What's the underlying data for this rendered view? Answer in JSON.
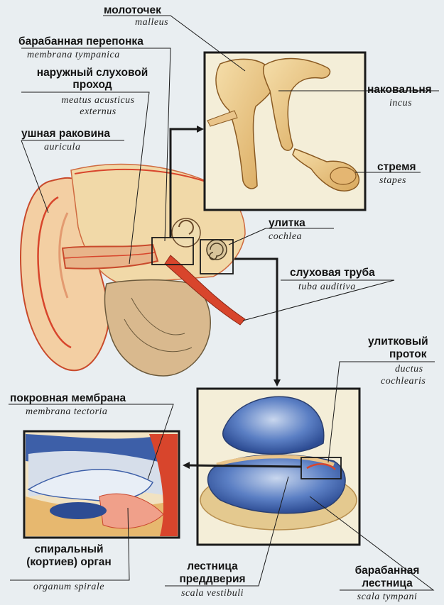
{
  "labels": {
    "malleus": {
      "ru": "молоточек",
      "la": "malleus"
    },
    "membrana_tymp": {
      "ru": "барабанная перепонка",
      "la": "membrana tympanica"
    },
    "meatus": {
      "ru1": "наружный слуховой",
      "ru2": "проход",
      "la1": "meatus acusticus",
      "la2": "externus"
    },
    "auricula": {
      "ru": "ушная раковина",
      "la": "auricula"
    },
    "incus": {
      "ru": "наковальня",
      "la": "incus"
    },
    "stapes": {
      "ru": "стремя",
      "la": "stapes"
    },
    "cochlea": {
      "ru": "улитка",
      "la": "cochlea"
    },
    "tuba": {
      "ru": "слуховая труба",
      "la": "tuba auditiva"
    },
    "ductus": {
      "ru1": "улитковый",
      "ru2": "проток",
      "la1": "ductus",
      "la2": "cochlearis"
    },
    "tectoria": {
      "ru": "покровная мембрана",
      "la": "membrana tectoria"
    },
    "organ": {
      "ru1": "спиральный",
      "ru2": "(кортиев) орган",
      "la": "organum spirale"
    },
    "vestibuli": {
      "ru1": "лестница",
      "ru2": "преддверия",
      "la": "scala vestibuli"
    },
    "tympani": {
      "ru1": "барабанная",
      "ru2": "лестница",
      "la": "scala tympani"
    }
  },
  "colors": {
    "background": "#e9eef1",
    "skin": "#f4dcae",
    "bone": "#e8c98a",
    "red": "#d8452c",
    "blue": "#3d5fa8",
    "frame": "#1a1a1a"
  }
}
